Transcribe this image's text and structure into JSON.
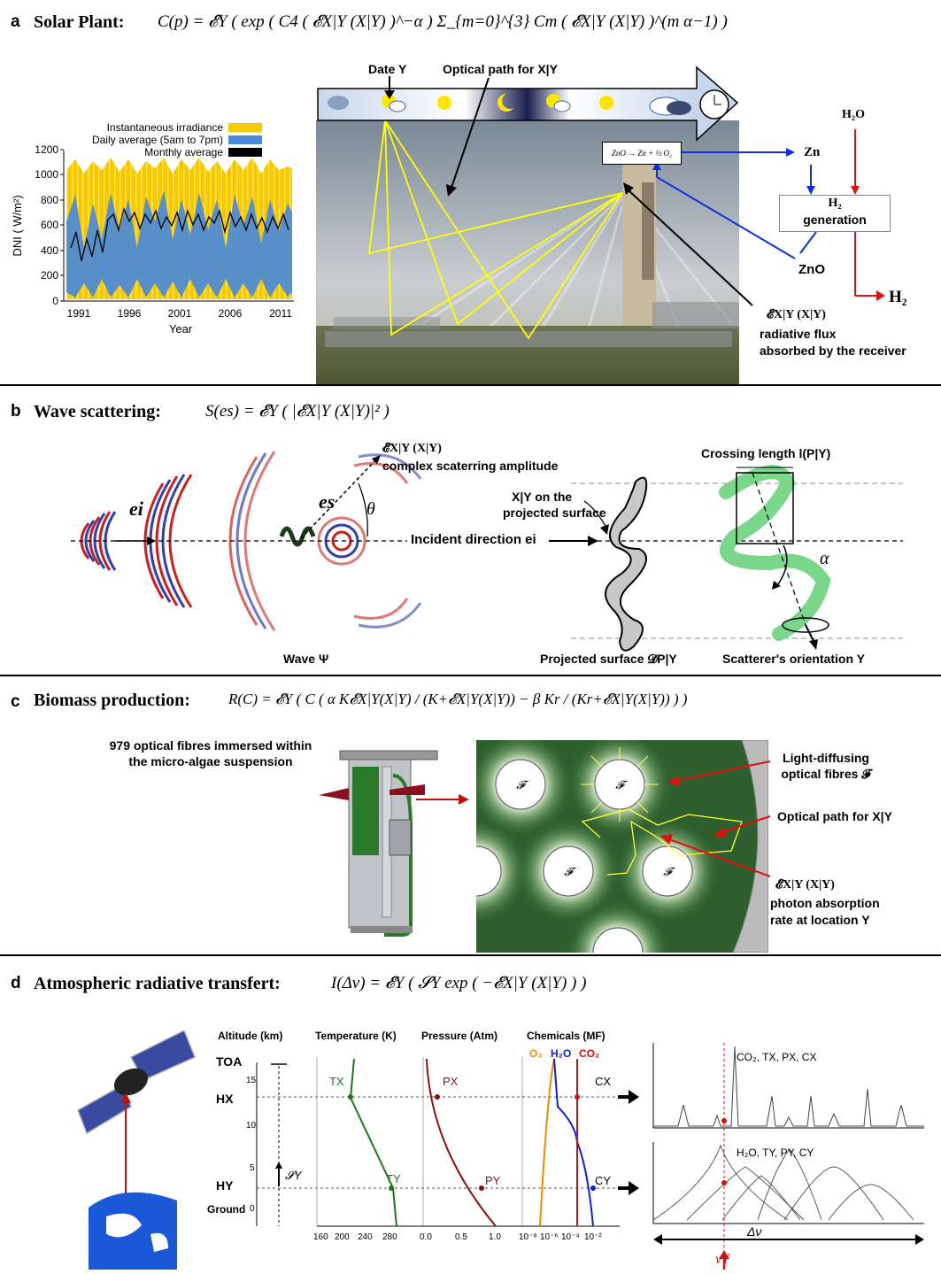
{
  "panel_a": {
    "letter": "a",
    "title": "Solar Plant:",
    "equation": "C(p) = 𝓔Y ( exp ( C4 ( 𝓔X|Y (X|Y) )^−α ) Σ_{m=0}^{3} Cm ( 𝓔X|Y (X|Y) )^(m α−1) )",
    "legend_instant": "Instantaneous irradiance",
    "legend_daily": "Daily average (5am to 7pm)",
    "legend_monthly": "Monthly average",
    "ylabel": "DNI ( W/m²)",
    "xlabel": "Year",
    "yticks": [
      "0",
      "200",
      "400",
      "600",
      "800",
      "1000",
      "1200"
    ],
    "xticks": [
      "1991",
      "1996",
      "2001",
      "2006",
      "2011"
    ],
    "date_label": "Date Y",
    "optical_path_label": "Optical path for X|Y",
    "reaction": "ZnO → Zn + ½ O₂",
    "zn": "Zn",
    "h2o": "H₂O",
    "h2gen_1": "H₂",
    "h2gen_2": "generation",
    "zno": "ZnO",
    "h2": "H₂",
    "flux_1": "𝓔X|Y (X|Y)",
    "flux_2": "radiative flux",
    "flux_3": "absorbed by the receiver",
    "colors": {
      "instant": "#f5c800",
      "daily": "#4a8ad8",
      "monthly": "#000000"
    }
  },
  "panel_b": {
    "letter": "b",
    "title": "Wave scattering:",
    "equation": "S(es) = 𝓔Y ( |𝓔X|Y (X|Y)|² )",
    "ei": "ei",
    "es": "es",
    "theta": "θ",
    "amp_1": "𝓔X|Y (X|Y)",
    "amp_2": "complex scaterring amplitude",
    "wave": "Wave Ψ",
    "xy_proj_1": "X|Y on the",
    "xy_proj_2": "projected surface",
    "incident": "Incident direction ei",
    "crossing": "Crossing length l(P|Y)",
    "alpha": "α",
    "proj_surface": "Projected surface 𝓓P|Y",
    "orientation": "Scatterer's orientation Y"
  },
  "panel_c": {
    "letter": "c",
    "title": "Biomass production:",
    "equation": "R(C) = 𝓔Y ( C ( α K𝓔X|Y(X|Y) / (K+𝓔X|Y(X|Y)) − β Kr / (Kr+𝓔X|Y(X|Y)) ) )",
    "fibres_1": "979 optical fibres immersed within",
    "fibres_2": "the micro-algae suspension",
    "diffusing_1": "Light-diffusing",
    "diffusing_2": "optical fibres 𝓕",
    "optical_path": "Optical path for X|Y",
    "abs_1": "𝓔X|Y (X|Y)",
    "abs_2": "photon absorption",
    "abs_3": "rate at location Y",
    "fibre_symbol": "𝓕"
  },
  "panel_d": {
    "letter": "d",
    "title": "Atmospheric radiative transfert:",
    "equation": "I(Δν) = 𝓔Y ( 𝓢Y exp ( −𝓔X|Y (X|Y) ) )",
    "alt_header": "Altitude (km)",
    "temp_header": "Temperature (K)",
    "press_header": "Pressure (Atm)",
    "chem_header": "Chemicals (MF)",
    "o3": "O₃",
    "h2o": "H₂O",
    "co2": "CO₂",
    "toa": "TOA",
    "hx": "HX",
    "hy": "HY",
    "ground": "Ground",
    "sy": "𝓢Y",
    "alt_ticks": [
      "15",
      "10",
      "5",
      "0"
    ],
    "temp_ticks": [
      "160",
      "200",
      "240",
      "280"
    ],
    "press_ticks": [
      "0.0",
      "0.5",
      "1.0"
    ],
    "chem_ticks": [
      "10⁻⁸",
      "10⁻⁶",
      "10⁻⁴",
      "10⁻²"
    ],
    "tx": "TX",
    "ty": "TY",
    "px": "PX",
    "py": "PY",
    "cx": "CX",
    "cy": "CY",
    "spec_x": "CO₂, TX, PX, CX",
    "spec_y": "H₂O, TY, PY, CY",
    "dnu": "Δν",
    "nu": "νY"
  }
}
